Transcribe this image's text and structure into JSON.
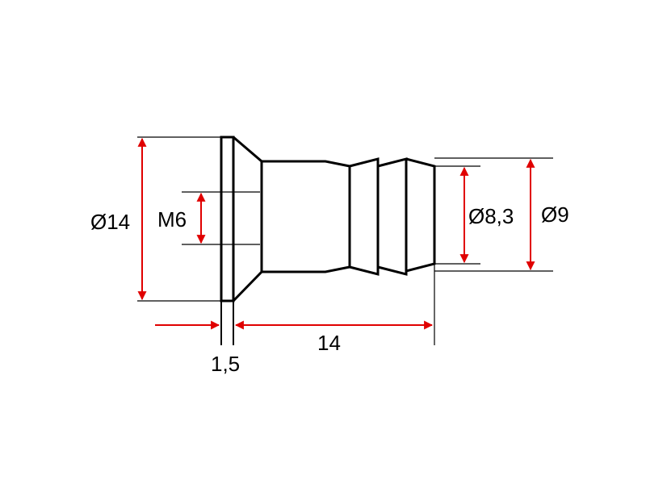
{
  "diagram": {
    "labels": {
      "head_diameter": "Ø14",
      "thread": "M6",
      "head_thickness": "1,5",
      "length": "14",
      "rib_diameter": "Ø8,3",
      "outer_diameter": "Ø9"
    },
    "colors": {
      "outline": "#000000",
      "dimension": "#e00000",
      "background": "#ffffff"
    }
  }
}
